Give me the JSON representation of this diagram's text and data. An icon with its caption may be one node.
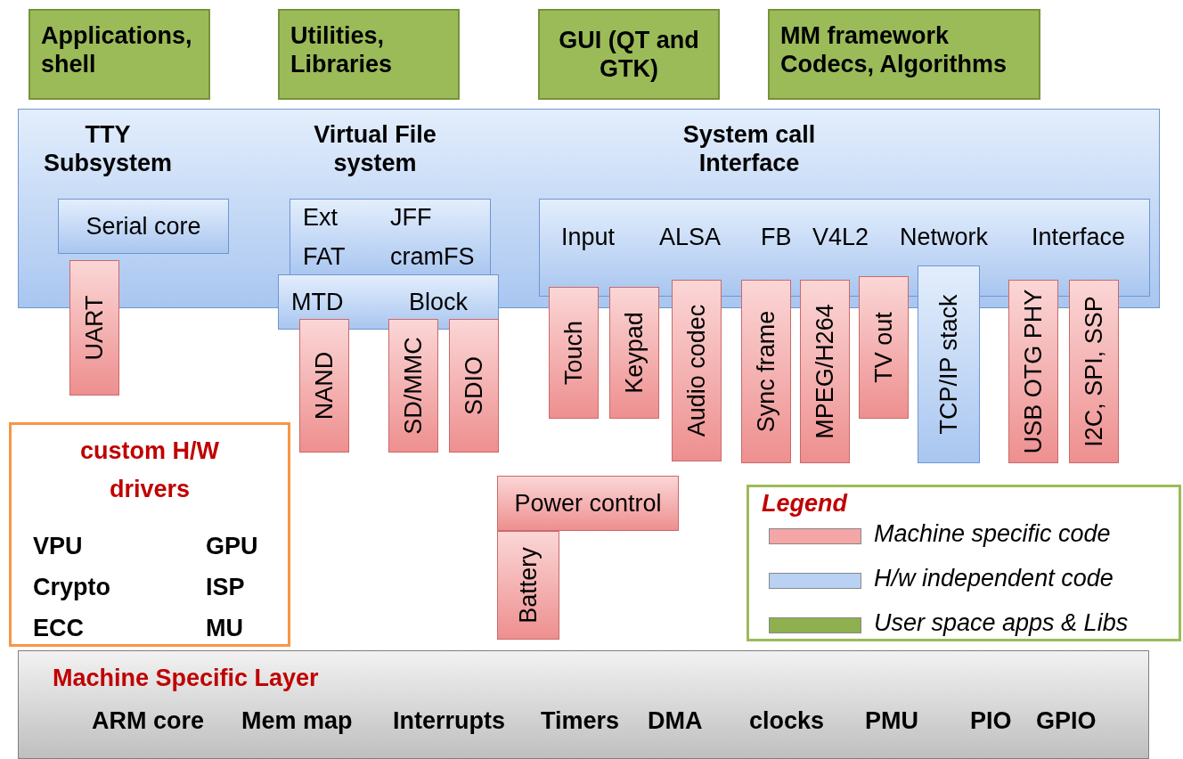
{
  "diagram": {
    "nodes": [
      {
        "text": [
          "Applications, shell"
        ]
      },
      {
        "text": [
          "Utilities, Libraries"
        ]
      },
      {
        "text": [
          "GUI (QT and GTK)"
        ]
      },
      {
        "text": [
          "MM framework Codecs, Algorithms"
        ]
      },
      {
        "text": [
          "TTY Subsystem",
          "Virtual File system",
          "System call Interface"
        ]
      },
      {
        "text": [
          "Serial core"
        ],
        "in": 4
      },
      {
        "text": [
          "Ext",
          "JFF",
          "FAT",
          "cramFS"
        ],
        "in": 4
      },
      {
        "text": [
          "MTD",
          "Block"
        ]
      },
      {
        "text": [
          "Input",
          "ALSA",
          "FB",
          "V4L2",
          "Network",
          "Interface"
        ],
        "in": 4
      },
      {
        "text": [
          "UART"
        ]
      },
      {
        "text": [
          "NAND"
        ]
      },
      {
        "text": [
          "SD/MMC"
        ]
      },
      {
        "text": [
          "SDIO"
        ]
      },
      {
        "text": [
          "Touch"
        ]
      },
      {
        "text": [
          "Keypad"
        ]
      },
      {
        "text": [
          "Audio codec"
        ]
      },
      {
        "text": [
          "Sync frame"
        ]
      },
      {
        "text": [
          "MPEG/H264"
        ]
      },
      {
        "text": [
          "TV out"
        ]
      },
      {
        "text": [
          "TCP/IP stack"
        ]
      },
      {
        "text": [
          "USB OTG PHY"
        ]
      },
      {
        "text": [
          "I2C, SPI, SSP"
        ]
      },
      {
        "text": [
          "custom H/W drivers",
          "VPU",
          "GPU",
          "Crypto",
          "ISP",
          "ECC",
          "MU"
        ]
      },
      {
        "text": [
          "Power control"
        ]
      },
      {
        "text": [
          "Battery"
        ]
      },
      {
        "text": [
          "Machine Specific Layer",
          "ARM core",
          "Mem map",
          "Interrupts",
          "Timers",
          "DMA",
          "clocks",
          "PMU",
          "PIO",
          "GPIO"
        ]
      }
    ],
    "edges": [],
    "labels": [
      "Legend"
    ],
    "legend": [
      {
        "text": "Machine specific code",
        "color": "#f4a6a6"
      },
      {
        "text": "H/w independent code",
        "color": "#b9d1f3"
      },
      {
        "text": "User space apps & Libs",
        "color": "#8fb04f"
      }
    ]
  }
}
